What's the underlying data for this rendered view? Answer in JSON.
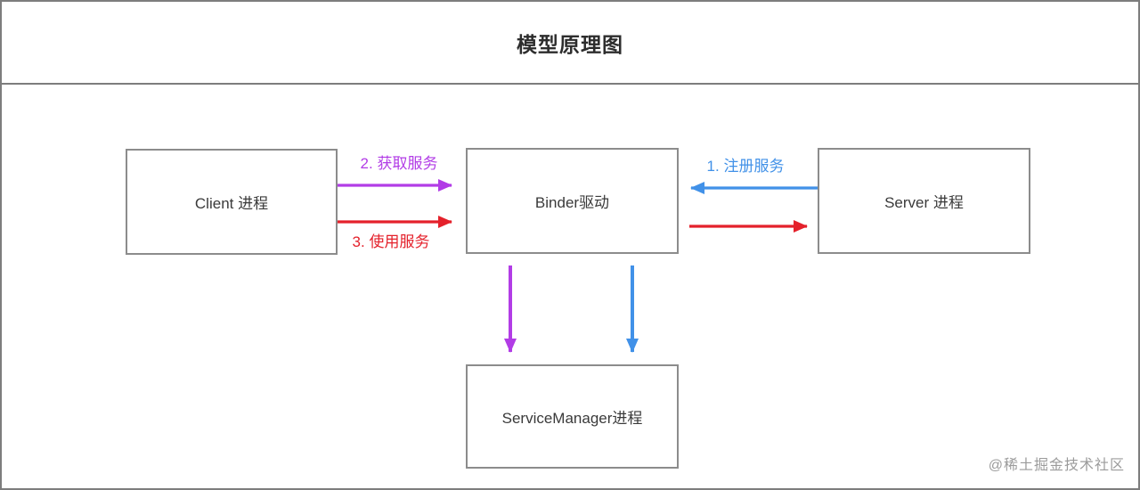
{
  "title": "模型原理图",
  "watermark": "@稀土掘金技术社区",
  "colors": {
    "purple": "#b23ce6",
    "red": "#e4212b",
    "blue": "#4191e8",
    "box_border": "#8c8c8c",
    "frame_border": "#7d7d7d",
    "text": "#3a3a3a",
    "watermark_gray": "#9b9b9b"
  },
  "boxes": {
    "client": {
      "label": "Client 进程"
    },
    "binder": {
      "label": "Binder驱动"
    },
    "server": {
      "label": "Server 进程"
    },
    "servicemanager": {
      "label": "ServiceManager进程"
    }
  },
  "arrows": {
    "register": {
      "label": "1. 注册服务",
      "color": "#4191e8",
      "direction": "server-to-binder"
    },
    "acquire": {
      "label": "2. 获取服务",
      "color": "#b23ce6",
      "direction": "client-to-binder"
    },
    "use": {
      "label": "3. 使用服务",
      "color": "#e4212b",
      "direction": "client-to-binder"
    },
    "binder_to_server": {
      "color": "#e4212b",
      "direction": "binder-to-server"
    },
    "binder_to_sm_purple": {
      "color": "#b23ce6",
      "direction": "binder-to-servicemanager"
    },
    "binder_to_sm_blue": {
      "color": "#4191e8",
      "direction": "binder-to-servicemanager"
    }
  }
}
